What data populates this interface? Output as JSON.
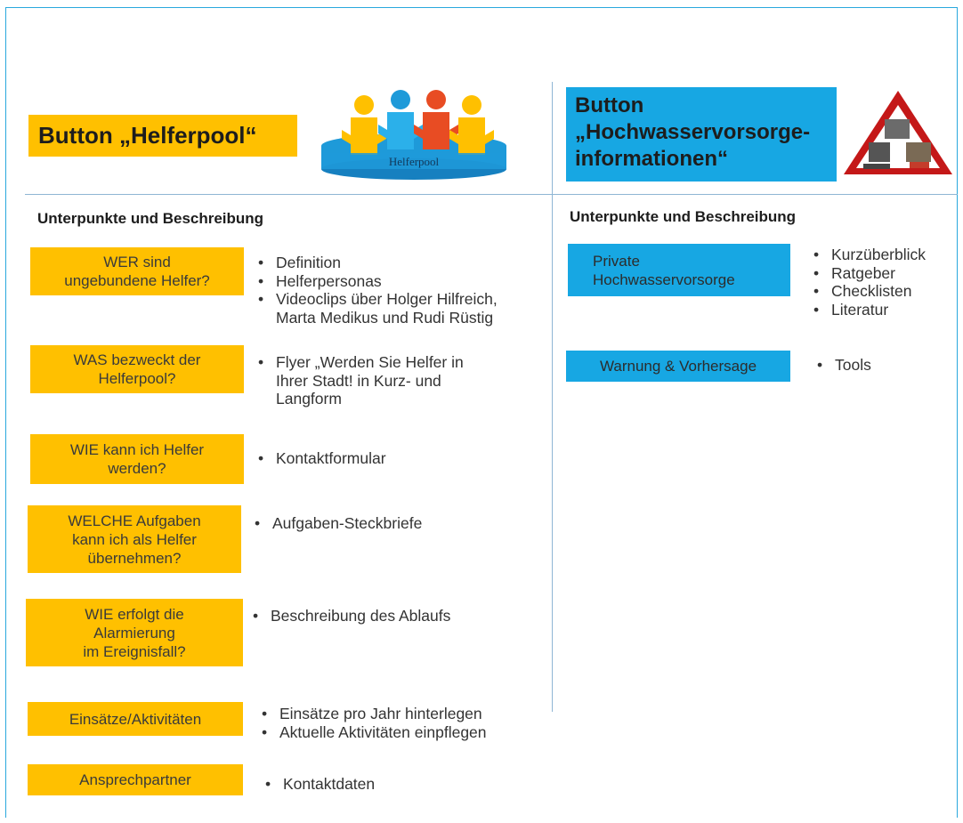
{
  "left": {
    "header": "Button „Helferpool“",
    "subheading": "Unterpunkte und Beschreibung",
    "logo_label": "Helferpool",
    "items": [
      {
        "box": [
          "WER sind",
          "ungebundene Helfer?"
        ],
        "bullets": [
          "Definition",
          "Helferpersonas",
          "Videoclips über Holger Hilfreich,"
        ],
        "continuation": "Marta Medikus und Rudi Rüstig"
      },
      {
        "box": [
          "WAS bezweckt der",
          "Helferpool?"
        ],
        "bullets": [
          "Flyer „Werden Sie Helfer in"
        ],
        "continuation_lines": [
          "Ihrer Stadt! in Kurz- und",
          "Langform"
        ]
      },
      {
        "box": [
          "WIE kann ich Helfer",
          "werden?"
        ],
        "bullets": [
          "Kontaktformular"
        ]
      },
      {
        "box": [
          "WELCHE Aufgaben",
          "kann ich als Helfer",
          "übernehmen?"
        ],
        "bullets": [
          "Aufgaben-Steckbriefe"
        ]
      },
      {
        "box": [
          "WIE erfolgt die",
          "Alarmierung",
          "im Ereignisfall?"
        ],
        "bullets": [
          "Beschreibung des Ablaufs"
        ]
      },
      {
        "box": [
          "Einsätze/Aktivitäten"
        ],
        "bullets": [
          "Einsätze pro Jahr hinterlegen",
          "Aktuelle Aktivitäten einpflegen"
        ]
      },
      {
        "box": [
          "Ansprechpartner"
        ],
        "bullets": [
          "Kontaktdaten"
        ]
      }
    ]
  },
  "right": {
    "header": [
      "Button",
      "„Hochwasservorsorge-",
      "informationen“"
    ],
    "subheading": "Unterpunkte und Beschreibung",
    "warning_symbol": "!",
    "items": [
      {
        "box": [
          "Private",
          "Hochwasservorsorge"
        ],
        "bullets": [
          "Kurzüberblick",
          "Ratgeber",
          "Checklisten",
          "Literatur"
        ]
      },
      {
        "box": [
          "Warnung & Vorhersage"
        ],
        "bullets": [
          "Tools"
        ]
      }
    ]
  },
  "colors": {
    "yellow": "#ffc000",
    "blue": "#17a7e3",
    "line": "#29a8dd"
  }
}
